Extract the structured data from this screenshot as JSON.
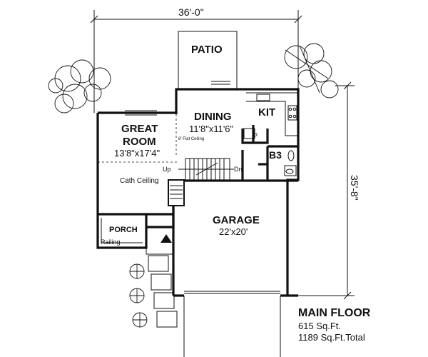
{
  "dimensions": {
    "overall_width": "36'-0\"",
    "overall_depth": "35'-8\""
  },
  "rooms": {
    "patio": {
      "label": "PATIO"
    },
    "dining": {
      "label": "DINING",
      "size": "11'8\"x11'6\""
    },
    "kitchen": {
      "label": "KIT"
    },
    "great_room": {
      "label_line1": "GREAT",
      "label_line2": "ROOM",
      "size": "13'8\"x17'4\""
    },
    "bath": {
      "label": "B3"
    },
    "garage": {
      "label": "GARAGE",
      "size": "22'x20'"
    },
    "porch": {
      "label": "PORCH"
    }
  },
  "notes": {
    "flat_ceiling": "8' Flat Ceiling",
    "cath_ceiling": "Cath Ceiling",
    "stair_up": "Up",
    "stair_down": "Dn",
    "pantry": "P",
    "railing": "Railing"
  },
  "caption": {
    "title": "MAIN FLOOR",
    "line1": "615 Sq.Ft.",
    "line2": "1189 Sq.Ft.Total"
  }
}
